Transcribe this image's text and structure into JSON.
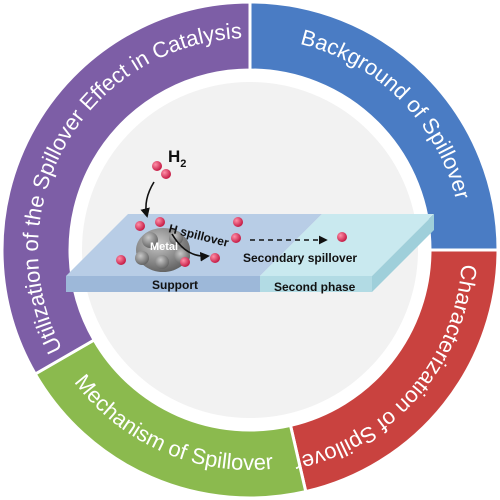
{
  "ring": {
    "segments": [
      {
        "label": "Background of Spillover",
        "color": "#4a7cc4"
      },
      {
        "label": "Characterization of Spillover",
        "color": "#c9423f"
      },
      {
        "label": "Mechanism of Spillover",
        "color": "#8bba4e"
      },
      {
        "label": "Utilization of the Spillover Effect in Catalysis",
        "color": "#7d5ea6"
      }
    ]
  },
  "center": {
    "h2_main": "H",
    "h2_sub": "2",
    "metal_label": "Metal",
    "h_spillover_label": "H spillover",
    "secondary_spillover_label": "Secondary spillover",
    "support_label": "Support",
    "second_phase_label": "Second phase",
    "atom_color": "#e0244f",
    "support_color": "#b8cde6",
    "second_phase_color": "#c9e9ef",
    "metal_color": "#8c8c8c"
  }
}
